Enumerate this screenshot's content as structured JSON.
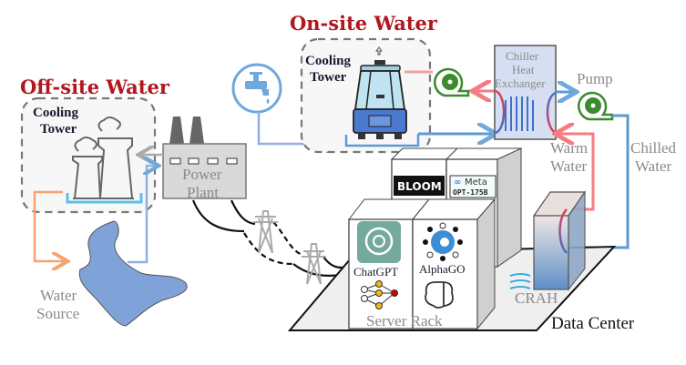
{
  "titles": {
    "offsite": "Off-site Water",
    "onsite": "On-site Water"
  },
  "labels": {
    "offsite_cooling_tower_l1": "Cooling",
    "offsite_cooling_tower_l2": "Tower",
    "onsite_cooling_tower_l1": "Cooling",
    "onsite_cooling_tower_l2": "Tower",
    "power_plant_l1": "Power",
    "power_plant_l2": "Plant",
    "water_source_l1": "Water",
    "water_source_l2": "Source",
    "chiller_l1": "Chiller",
    "chiller_l2": "Heat",
    "chiller_l3": "Exchanger",
    "pump": "Pump",
    "warm_water_l1": "Warm",
    "warm_water_l2": "Water",
    "chilled_water_l1": "Chilled",
    "chilled_water_l2": "Water",
    "crah": "CRAH",
    "server_rack": "Server Rack",
    "data_center": "Data Center"
  },
  "servers": {
    "chatgpt": "ChatGPT",
    "alphago": "AlphaGO",
    "bloom": "BLOOM",
    "meta_brand": "Meta",
    "meta_model": "OPT-175B"
  },
  "colors": {
    "title_red": "#b0171f",
    "warm_pipe": "#f47c82",
    "chilled_pipe": "#5b9bd5",
    "orange_pipe": "#f4a46c",
    "pump_green": "#3c8a2e",
    "lake_blue": "#7fa3d8",
    "chatgpt_green": "#74aa9c"
  }
}
